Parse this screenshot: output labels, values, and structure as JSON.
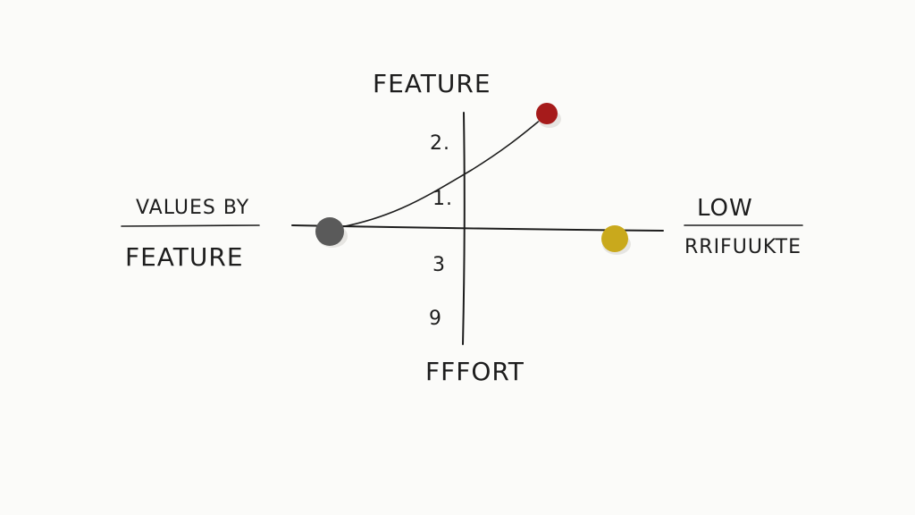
{
  "vertical_axis": {
    "top_label": "FEATURE",
    "bottom_label": "FFFORT",
    "ticks": [
      "2.",
      "1.",
      "3",
      "9"
    ]
  },
  "left_label": {
    "line1": "VALUES BY",
    "line2": "FEATURE"
  },
  "right_label": {
    "line1": "LOW",
    "line2": "RRIFUUKTE"
  },
  "markers": [
    {
      "name": "gray-dot",
      "color": "#5a5a5a"
    },
    {
      "name": "red-dot",
      "color": "#a61b1b"
    },
    {
      "name": "yellow-dot",
      "color": "#c9a91c"
    }
  ],
  "ink_color": "#1d1d1d"
}
